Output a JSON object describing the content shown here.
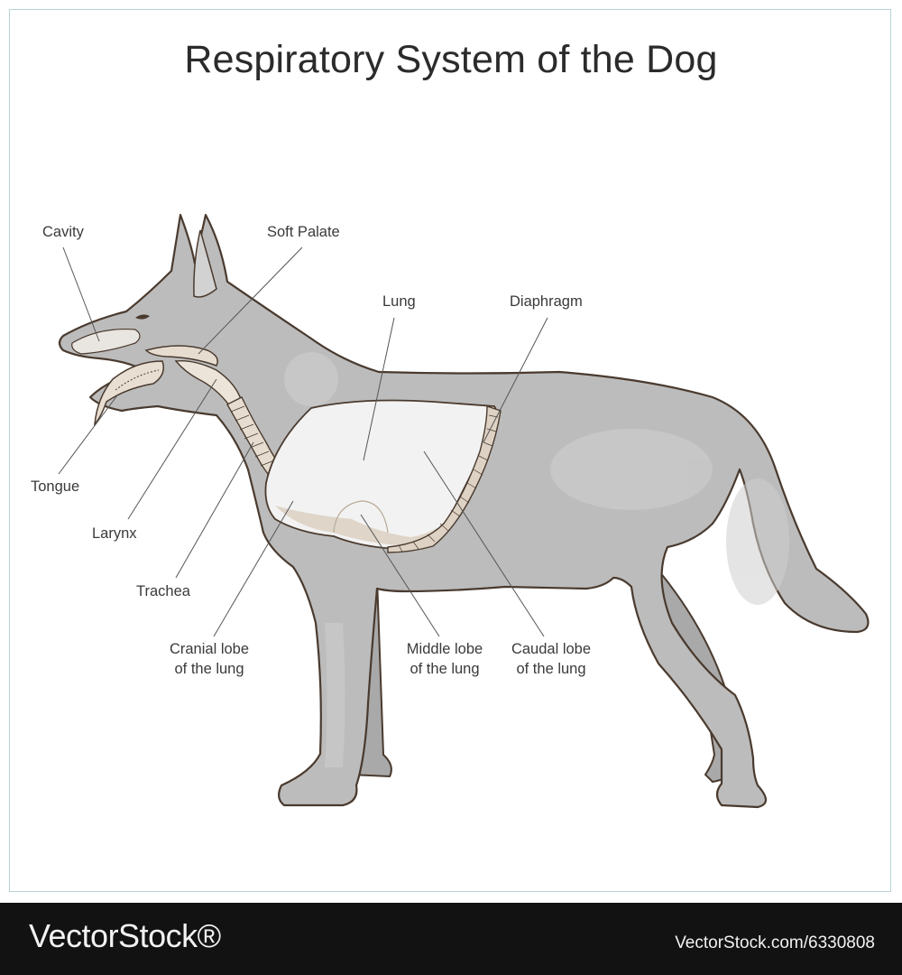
{
  "title": "Respiratory System of the Dog",
  "labels": {
    "cavity": "Cavity",
    "soft_palate": "Soft Palate",
    "lung": "Lung",
    "diaphragm": "Diaphragm",
    "tongue": "Tongue",
    "larynx": "Larynx",
    "trachea": "Trachea",
    "cranial_lobe": [
      "Cranial lobe",
      "of the lung"
    ],
    "middle_lobe": [
      "Middle lobe",
      "of the lung"
    ],
    "caudal_lobe": [
      "Caudal lobe",
      "of the lung"
    ]
  },
  "footer": {
    "brand": "VectorStock®",
    "url": "VectorStock.com/6330808"
  },
  "colors": {
    "body": "#bdbdbd",
    "body_light": "#c9c9c9",
    "outline": "#4a3a2e",
    "lung": "#f2f2f2",
    "lung_shadow": "#d8cdbf",
    "trachea": "#e6ddd0",
    "frame": "#b9d3d6",
    "footer_bg": "#121212"
  }
}
